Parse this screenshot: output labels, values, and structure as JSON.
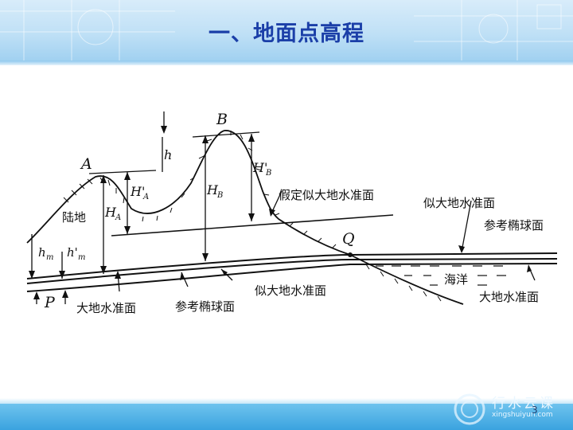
{
  "slide": {
    "title": "一、地面点高程",
    "page_number": "3",
    "watermark_text": "行水云课",
    "watermark_url": "xingshuiyun.com"
  },
  "diagram": {
    "point_A": "A",
    "point_B": "B",
    "point_Q": "Q",
    "point_P": "P",
    "label_h": "h",
    "label_HA_prime": "H'",
    "label_HA_prime_sub": "A",
    "label_HA": "H",
    "label_HA_sub": "A",
    "label_HB": "H",
    "label_HB_sub": "B",
    "label_HB_prime": "H'",
    "label_HB_prime_sub": "B",
    "label_hm": "h",
    "label_hm_sub": "m",
    "label_hm_prime": "h'",
    "label_hm_prime_sub": "m",
    "label_land": "陆地",
    "label_sea": "海洋",
    "label_assumed_quasi_geoid": "假定似大地水准面",
    "label_quasi_geoid_right": "似大地水准面",
    "label_ref_ellipsoid_right": "参考椭球面",
    "label_geoid_right": "大地水准面",
    "label_quasi_geoid_bottom": "似大地水准面",
    "label_ref_ellipsoid_bottom": "参考椭球面",
    "label_geoid_bottom": "大地水准面"
  }
}
